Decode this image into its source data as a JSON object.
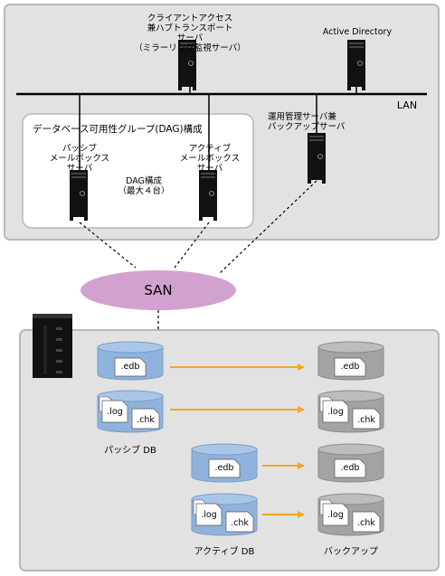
{
  "network": {
    "lan_label": "LAN",
    "san_label": "SAN",
    "dag_group_title": "データベース可用性グループ(DAG)構成",
    "dag_size_label": "DAG構成\n（最大４台）"
  },
  "servers": {
    "cas_hub": "クライアントアクセス\n兼ハブトランスポート\nサーバ\n（ミラーリング監視サーバ）",
    "active_directory": "Active Directory",
    "ops_backup": "運用管理サーバ兼\nバックアップサーバ",
    "passive_mailbox": "パッシブ\nメールボックス\nサーバ",
    "active_mailbox": "アクティブ\nメールボックス\nサーバ"
  },
  "storage": {
    "passive_db_label": "パッシブ DB",
    "active_db_label": "アクティブ DB",
    "backup_label": "バックアップ",
    "edb": ".edb",
    "log": ".log",
    "chk": ".chk"
  },
  "colors": {
    "panel_fill": "#e2e2e2",
    "panel_border": "#b8b8b8",
    "san_fill": "#d3a1cf",
    "db_blue": "#8fb3dc",
    "db_gray": "#a3a3a3",
    "arrow": "#f5a623"
  }
}
